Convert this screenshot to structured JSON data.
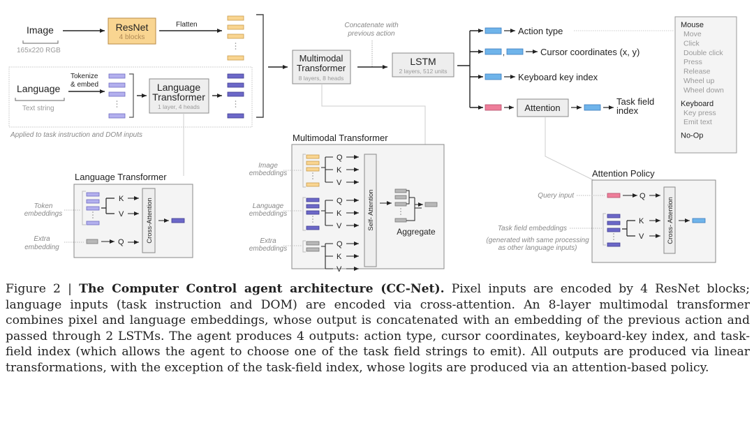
{
  "diagram": {
    "inputs": {
      "image_label": "Image",
      "image_sub": "165x220 RGB",
      "resnet_title": "ResNet",
      "resnet_sub": "4 blocks",
      "flatten_label": "Flatten",
      "language_label": "Language",
      "language_sub": "Text string",
      "tokenize_line1": "Tokenize",
      "tokenize_line2": "& embed",
      "lang_transformer_line1": "Language",
      "lang_transformer_line2": "Transformer",
      "lang_transformer_sub": "1 layer, 4 heads",
      "applied_note": "Applied to task instruction and DOM inputs"
    },
    "core": {
      "mm_line1": "Multimodal",
      "mm_line2": "Transformer",
      "mm_sub": "8 layers, 8 heads",
      "concat_line1": "Concatenate with",
      "concat_line2": "previous action",
      "lstm_title": "LSTM",
      "lstm_sub": "2 layers, 512 units"
    },
    "outputs": {
      "action_type": "Action type",
      "cursor_coords": "Cursor coordinates (x, y)",
      "keyboard_key": "Keyboard key index",
      "attention": "Attention",
      "task_field_line1": "Task field",
      "task_field_line2": "index",
      "comma": ","
    },
    "action_menu": {
      "groups": [
        {
          "title": "Mouse",
          "items": [
            "Move",
            "Click",
            "Double click",
            "Press",
            "Release",
            "Wheel up",
            "Wheel down"
          ]
        },
        {
          "title": "Keyboard",
          "items": [
            "Key press",
            "Emit text"
          ]
        },
        {
          "title": "No-Op",
          "items": []
        }
      ]
    },
    "lang_detail": {
      "title": "Language Transformer",
      "token_line1": "Token",
      "token_line2": "embeddings",
      "extra_line1": "Extra",
      "extra_line2": "embedding",
      "k": "K",
      "v": "V",
      "q": "Q",
      "block": "Cross-Attention"
    },
    "mm_detail": {
      "title": "Multimodal Transformer",
      "image_line1": "Image",
      "image_line2": "embeddings",
      "lang_line1": "Language",
      "lang_line2": "embeddings",
      "extra_line1": "Extra",
      "extra_line2": "embeddings",
      "q": "Q",
      "k": "K",
      "v": "V",
      "block": "Self- Attention",
      "aggregate": "Aggregate"
    },
    "attn_detail": {
      "title": "Attention Policy",
      "query_input": "Query input",
      "task_field_emb": "Task field embeddings",
      "note_line1": "(generated with same processing",
      "note_line2": "as other language inputs)",
      "q": "Q",
      "k": "K",
      "v": "V",
      "block": "Cross- Attention"
    },
    "colors": {
      "image_emb": "#f9d591",
      "image_emb_stroke": "#c89a4a",
      "lang_token": "#b3b0ee",
      "lang_out": "#6c68c8",
      "output_blue": "#6fb4ea",
      "query_pink": "#ee7e9a",
      "gray_emb": "#b8b8b8"
    }
  },
  "caption": {
    "prefix": "Figure 2 | ",
    "title": "The Computer Control agent architecture (CC-Net).",
    "body": " Pixel inputs are encoded by 4 ResNet blocks; language inputs (task instruction and DOM) are encoded via cross-attention. An 8-layer multimodal transformer combines pixel and language embeddings, whose output is concatenated with an embedding of the previous action and passed through 2 LSTMs. The agent produces 4 outputs: action type, cursor coordinates, keyboard-key index, and task-field index (which allows the agent to choose one of the task field strings to emit). All outputs are produced via linear transformations, with the exception of the task-field index, whose logits are produced via an attention-based policy."
  }
}
